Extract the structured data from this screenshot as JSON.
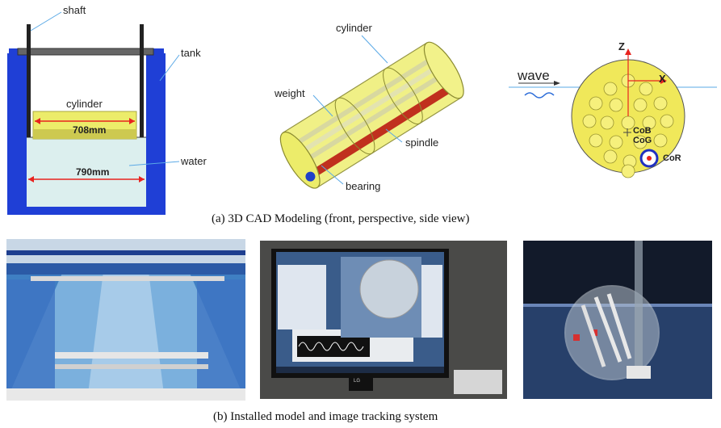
{
  "panel_a": {
    "front": {
      "shaft": "shaft",
      "tank": "tank",
      "cylinder": "cylinder",
      "water": "water",
      "dim_cylinder": "708mm",
      "dim_tank": "790mm"
    },
    "perspective": {
      "cylinder": "cylinder",
      "weight": "weight",
      "spindle": "spindle",
      "bearing": "bearing"
    },
    "side": {
      "z_axis": "z",
      "x_axis": "x",
      "wave": "wave",
      "cob": "CoB",
      "cog": "CoG",
      "cor": "CoR"
    },
    "caption": "(a)   3D CAD Modeling (front, perspective, side view)"
  },
  "panel_b": {
    "caption": "(b)   Installed model and image tracking system",
    "monitor_brand": "LG"
  },
  "colors": {
    "tank_blue": "#1f3fd6",
    "cylinder_yellow": "#ecec6a",
    "water": "#dcefee",
    "dimension_red": "#e8231f",
    "leader_blue": "#5aa9e6"
  }
}
